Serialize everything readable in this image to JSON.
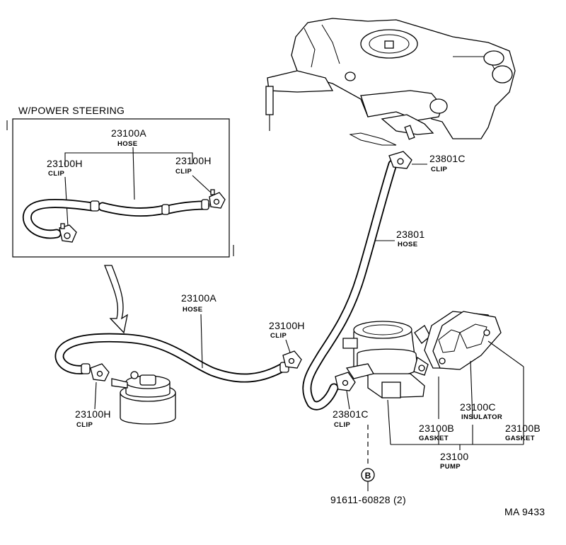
{
  "inset": {
    "title": "W/POWER STEERING",
    "hose": {
      "part_no": "23100A",
      "name": "HOSE"
    },
    "clip_left": {
      "part_no": "23100H",
      "name": "CLIP"
    },
    "clip_right": {
      "part_no": "23100H",
      "name": "CLIP"
    }
  },
  "main": {
    "clip_top": {
      "part_no": "23801C",
      "name": "CLIP"
    },
    "hose_23801": {
      "part_no": "23801",
      "name": "HOSE"
    },
    "hose_23100a": {
      "part_no": "23100A",
      "name": "HOSE"
    },
    "clip_23100h_right": {
      "part_no": "23100H",
      "name": "CLIP"
    },
    "clip_23100h_left": {
      "part_no": "23100H",
      "name": "CLIP"
    },
    "clip_bottom": {
      "part_no": "23801C",
      "name": "CLIP"
    },
    "insulator": {
      "part_no": "23100C",
      "name": "INSULATOR"
    },
    "gasket_left": {
      "part_no": "23100B",
      "name": "GASKET"
    },
    "gasket_right": {
      "part_no": "23100B",
      "name": "GASKET"
    },
    "pump": {
      "part_no": "23100",
      "name": "PUMP"
    },
    "bolt": {
      "symbol": "B",
      "part_no": "91611-60828 (2)"
    }
  },
  "figure_code": "MA 9433"
}
